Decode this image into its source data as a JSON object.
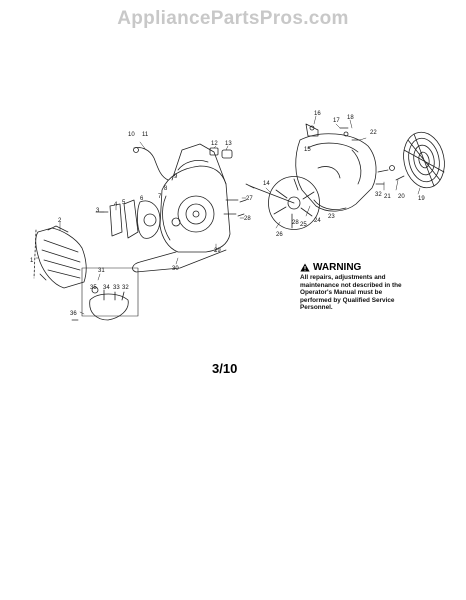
{
  "watermark": "AppliancePartsPros.com",
  "warning": {
    "title": "WARNING",
    "text": "All repairs, adjustments and maintenance not described in the Operator's Manual must be performed by Qualified Service Personnel."
  },
  "page_number": "3/10",
  "callouts": {
    "c1": "1",
    "c2": "2",
    "c3": "3",
    "c4": "4",
    "c5": "5",
    "c6": "6",
    "c7": "7",
    "c8": "8",
    "c9": "9",
    "c10": "10",
    "c11": "11",
    "c12": "12",
    "c13": "13",
    "c14": "14",
    "c15": "15",
    "c16": "16",
    "c17": "17",
    "c18": "18",
    "c19": "19",
    "c20": "20",
    "c21": "21",
    "c22": "22",
    "c23": "23",
    "c24": "24",
    "c25": "25",
    "c26": "26",
    "c27": "27",
    "c28a": "28",
    "c28b": "28",
    "c29": "29",
    "c30": "30",
    "c31": "31",
    "c32a": "32",
    "c32b": "32",
    "c33": "33",
    "c34": "34",
    "c35": "35",
    "c36": "36"
  }
}
